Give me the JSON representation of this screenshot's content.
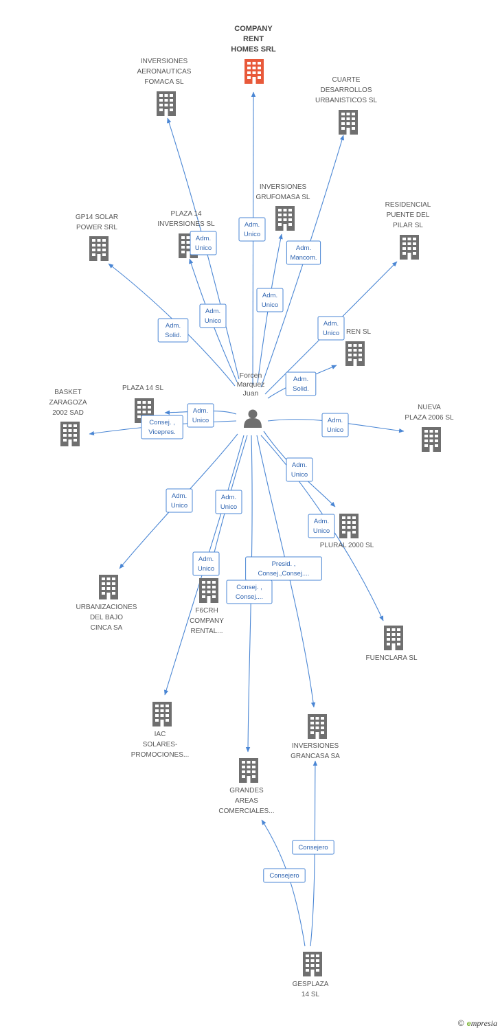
{
  "colors": {
    "edge": "#4a86d4",
    "building": "#6f6f6f",
    "building_main": "#e8593a",
    "person": "#6f6f6f"
  },
  "person": {
    "name_lines": [
      "Forcen",
      "Marquez",
      "Juan"
    ],
    "icon": "person-icon"
  },
  "companies": [
    {
      "id": "company-rent-homes",
      "lines": [
        "COMPANY",
        "RENT",
        "HOMES SRL"
      ],
      "main": true
    },
    {
      "id": "inversiones-aeronauticas",
      "lines": [
        "INVERSIONES",
        "AERONAUTICAS",
        "FOMACA SL"
      ]
    },
    {
      "id": "cuarte-desarrollos",
      "lines": [
        "CUARTE",
        "DESARROLLOS",
        "URBANISTICOS SL"
      ]
    },
    {
      "id": "inversiones-grufomasa",
      "lines": [
        "INVERSIONES",
        "GRUFOMASA SL"
      ]
    },
    {
      "id": "gp14-solar",
      "lines": [
        "GP14 SOLAR",
        "POWER SRL"
      ]
    },
    {
      "id": "plaza14-inversiones",
      "lines": [
        "PLAZA 14",
        "INVERSIONES SL"
      ]
    },
    {
      "id": "residencial-puente",
      "lines": [
        "RESIDENCIAL",
        "PUENTE DEL",
        "PILAR SL"
      ]
    },
    {
      "id": "ren-sl",
      "lines": [
        "REN SL"
      ]
    },
    {
      "id": "plaza14-sl",
      "lines": [
        "PLAZA 14 SL"
      ]
    },
    {
      "id": "basket-zaragoza",
      "lines": [
        "BASKET",
        "ZARAGOZA",
        "2002 SAD"
      ]
    },
    {
      "id": "nueva-plaza-2006",
      "lines": [
        "NUEVA",
        "PLAZA 2006 SL"
      ]
    },
    {
      "id": "plural-2000",
      "lines": [
        "PLURAL 2000 SL"
      ]
    },
    {
      "id": "urbanizaciones-bajo-cinca",
      "lines": [
        "URBANIZACIONES",
        "DEL BAJO",
        "CINCA SA"
      ]
    },
    {
      "id": "f6crh-company-rental",
      "lines": [
        "F6CRH",
        "COMPANY",
        "RENTAL..."
      ]
    },
    {
      "id": "fuenclara",
      "lines": [
        "FUENCLARA SL"
      ]
    },
    {
      "id": "iac-solares",
      "lines": [
        "IAC",
        "SOLARES-",
        "PROMOCIONES..."
      ]
    },
    {
      "id": "inversiones-grancasa",
      "lines": [
        "INVERSIONES",
        "GRANCASA SA"
      ]
    },
    {
      "id": "grandes-areas",
      "lines": [
        "GRANDES",
        "AREAS",
        "COMERCIALES..."
      ]
    },
    {
      "id": "gesplaza-14",
      "lines": [
        "GESPLAZA",
        "14 SL"
      ]
    }
  ],
  "roles": [
    {
      "id": "role-company-rent",
      "lines": [
        "Adm.",
        "Unico"
      ]
    },
    {
      "id": "role-aeronauticas",
      "lines": [
        "Adm.",
        "Unico"
      ]
    },
    {
      "id": "role-plaza14-inv",
      "lines": [
        "Adm.",
        "Unico"
      ]
    },
    {
      "id": "role-gp14",
      "lines": [
        "Adm.",
        "Solid."
      ]
    },
    {
      "id": "role-grufomasa",
      "lines": [
        "Adm.",
        "Unico"
      ]
    },
    {
      "id": "role-cuarte",
      "lines": [
        "Adm.",
        "Mancom."
      ]
    },
    {
      "id": "role-residencial",
      "lines": [
        "Adm.",
        "Unico"
      ]
    },
    {
      "id": "role-ren",
      "lines": [
        "Adm.",
        "Solid."
      ]
    },
    {
      "id": "role-plaza14-sl",
      "lines": [
        "Adm.",
        "Unico"
      ]
    },
    {
      "id": "role-basket",
      "lines": [
        "Consej. ,",
        "Vicepres."
      ]
    },
    {
      "id": "role-nueva-plaza",
      "lines": [
        "Adm.",
        "Unico"
      ]
    },
    {
      "id": "role-plural",
      "lines": [
        "Adm.",
        "Unico"
      ]
    },
    {
      "id": "role-fuenclara",
      "lines": [
        "Adm.",
        "Unico"
      ]
    },
    {
      "id": "role-urbanizaciones",
      "lines": [
        "Adm.",
        "Unico"
      ]
    },
    {
      "id": "role-iac",
      "lines": [
        "Adm.",
        "Unico"
      ]
    },
    {
      "id": "role-f6crh",
      "lines": [
        "Adm.",
        "Unico"
      ]
    },
    {
      "id": "role-grancasa",
      "lines": [
        "Presid. ,",
        "Consej.,Consej...."
      ]
    },
    {
      "id": "role-grandes",
      "lines": [
        "Consej. ,",
        "Consej...."
      ]
    },
    {
      "id": "role-gesplaza-grandes",
      "lines": [
        "Consejero"
      ]
    },
    {
      "id": "role-gesplaza-grancasa",
      "lines": [
        "Consejero"
      ]
    }
  ],
  "footer": {
    "copyright": "©",
    "brand_e": "e",
    "brand_rest": "mpresia"
  }
}
